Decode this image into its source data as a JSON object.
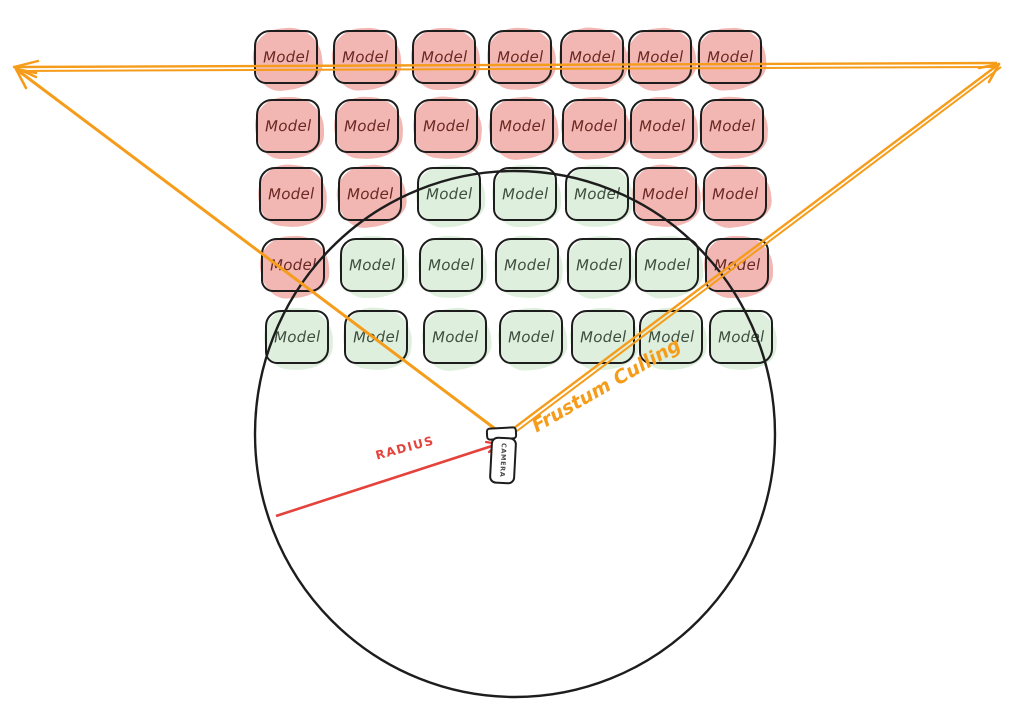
{
  "diagram": {
    "labels": {
      "model": "Model",
      "frustum_culling": "Frustum Culling",
      "radius": "RADIUS",
      "camera": "CAMERA"
    },
    "colors": {
      "frustum_orange": "#f59c1a",
      "radius_red": "#e5423b",
      "outline_ink": "#1d1d1d",
      "culled_fill": "#f2b7b2",
      "culled_text": "#6b2721",
      "visible_fill": "#def0dd",
      "visible_text": "#3d4d3f"
    },
    "grid": {
      "rows": 5,
      "cols": 7,
      "cells": [
        [
          "culled",
          "culled",
          "culled",
          "culled",
          "culled",
          "culled",
          "culled"
        ],
        [
          "culled",
          "culled",
          "culled",
          "culled",
          "culled",
          "culled",
          "culled"
        ],
        [
          "culled",
          "culled",
          "visible",
          "visible",
          "visible",
          "culled",
          "culled"
        ],
        [
          "culled",
          "visible",
          "visible",
          "visible",
          "visible",
          "visible",
          "culled"
        ],
        [
          "visible",
          "visible",
          "visible",
          "visible",
          "visible",
          "visible",
          "visible"
        ]
      ]
    }
  }
}
